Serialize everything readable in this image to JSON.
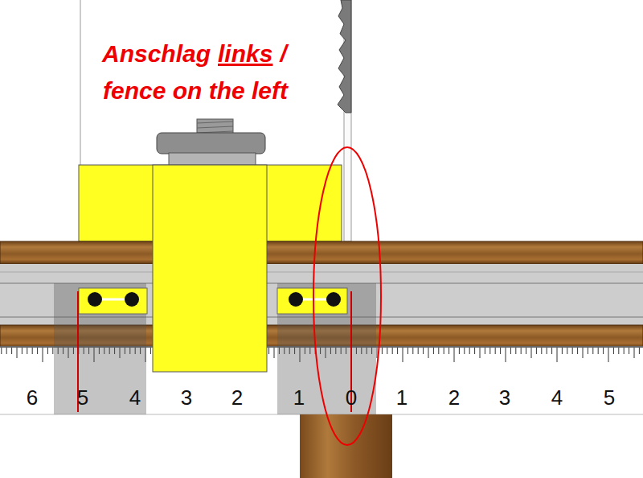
{
  "diagram": {
    "labels": [
      "Anschlag",
      "links",
      "/",
      "fence on the left",
      "6",
      "5",
      "4",
      "3",
      "2",
      "1",
      "0",
      "1",
      "2",
      "3",
      "4",
      "5"
    ]
  }
}
